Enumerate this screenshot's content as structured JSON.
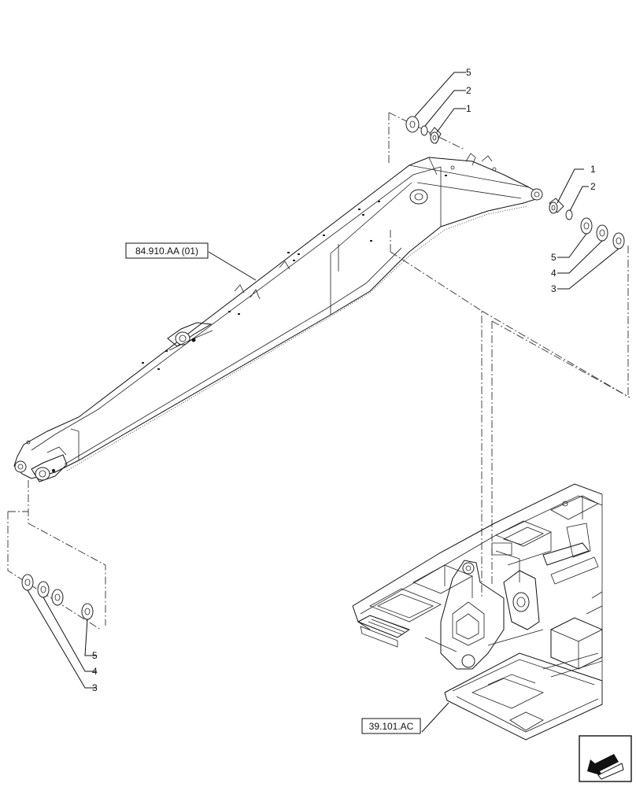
{
  "references": {
    "boom": "84.910.AA (01)",
    "frame": "39.101.AC"
  },
  "callouts": {
    "top": [
      {
        "key": "top_5",
        "text": "5"
      },
      {
        "key": "top_2",
        "text": "2"
      },
      {
        "key": "top_1",
        "text": "1"
      }
    ],
    "right": [
      {
        "key": "right_1",
        "text": "1"
      },
      {
        "key": "right_2",
        "text": "2"
      },
      {
        "key": "right_5",
        "text": "5"
      },
      {
        "key": "right_4",
        "text": "4"
      },
      {
        "key": "right_3",
        "text": "3"
      }
    ],
    "left": [
      {
        "key": "left_5",
        "text": "5"
      },
      {
        "key": "left_4",
        "text": "4"
      },
      {
        "key": "left_3",
        "text": "3"
      }
    ]
  },
  "icons": {
    "navigation": "arrow-icon"
  }
}
